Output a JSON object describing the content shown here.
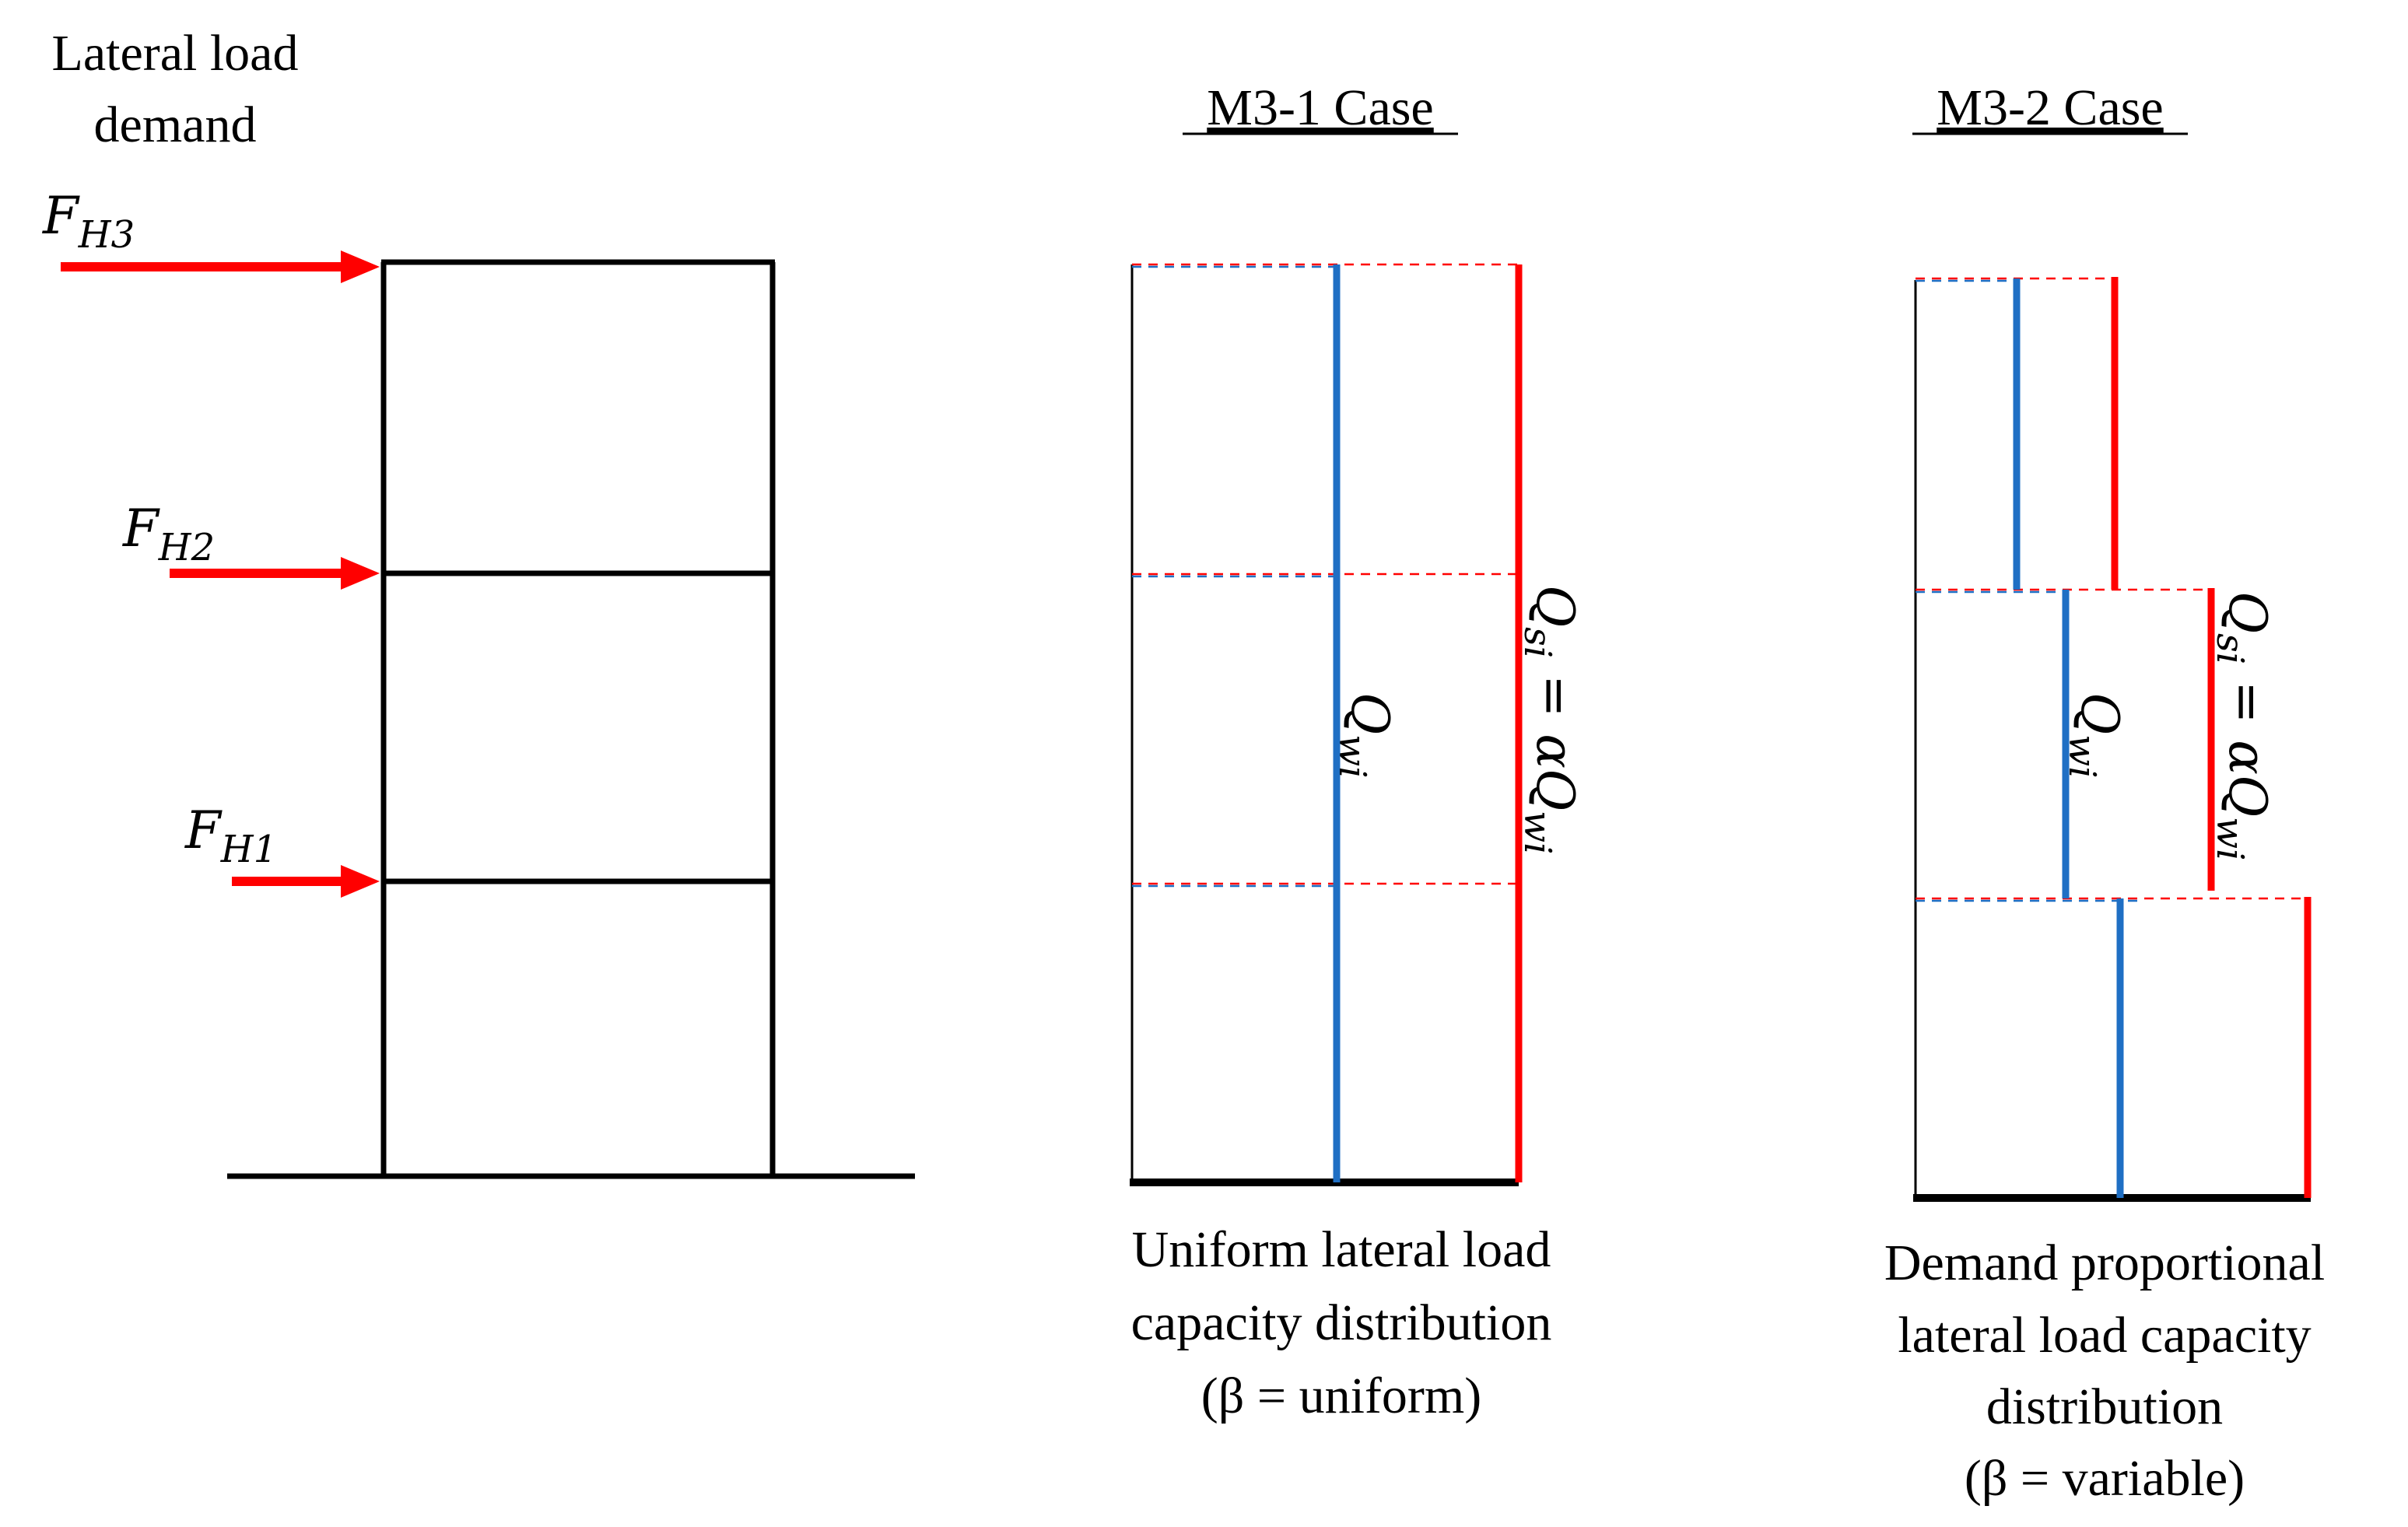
{
  "demand": {
    "title_line1": "Lateral load",
    "title_line2": "demand",
    "forces": [
      {
        "symbol": "F",
        "sub": "H3"
      },
      {
        "symbol": "F",
        "sub": "H2"
      },
      {
        "symbol": "F",
        "sub": "H1"
      }
    ]
  },
  "m31": {
    "title": "M3-1 Case",
    "qw_label": {
      "symbol": "Q",
      "sub": "wi"
    },
    "qs_label": {
      "lhs": "Q",
      "lhs_sub": "si",
      "eq": " = α",
      "rhs": "Q",
      "rhs_sub": "wi"
    },
    "caption_line1": "Uniform lateral load",
    "caption_line2": "capacity distribution",
    "caption_line3": "(β = uniform)"
  },
  "m32": {
    "title": "M3-2 Case",
    "qw_label": {
      "symbol": "Q",
      "sub": "wi"
    },
    "qs_label": {
      "lhs": "Q",
      "lhs_sub": "si",
      "eq": " = α",
      "rhs": "Q",
      "rhs_sub": "wi"
    },
    "caption_line1": "Demand proportional",
    "caption_line2": "lateral load capacity",
    "caption_line3": "distribution",
    "caption_line4": "(β = variable)"
  },
  "colors": {
    "frame": "#000000",
    "demand_arrow": "#ff0000",
    "wall_capacity": "#1f6fc4",
    "story_capacity": "#ff0000"
  }
}
